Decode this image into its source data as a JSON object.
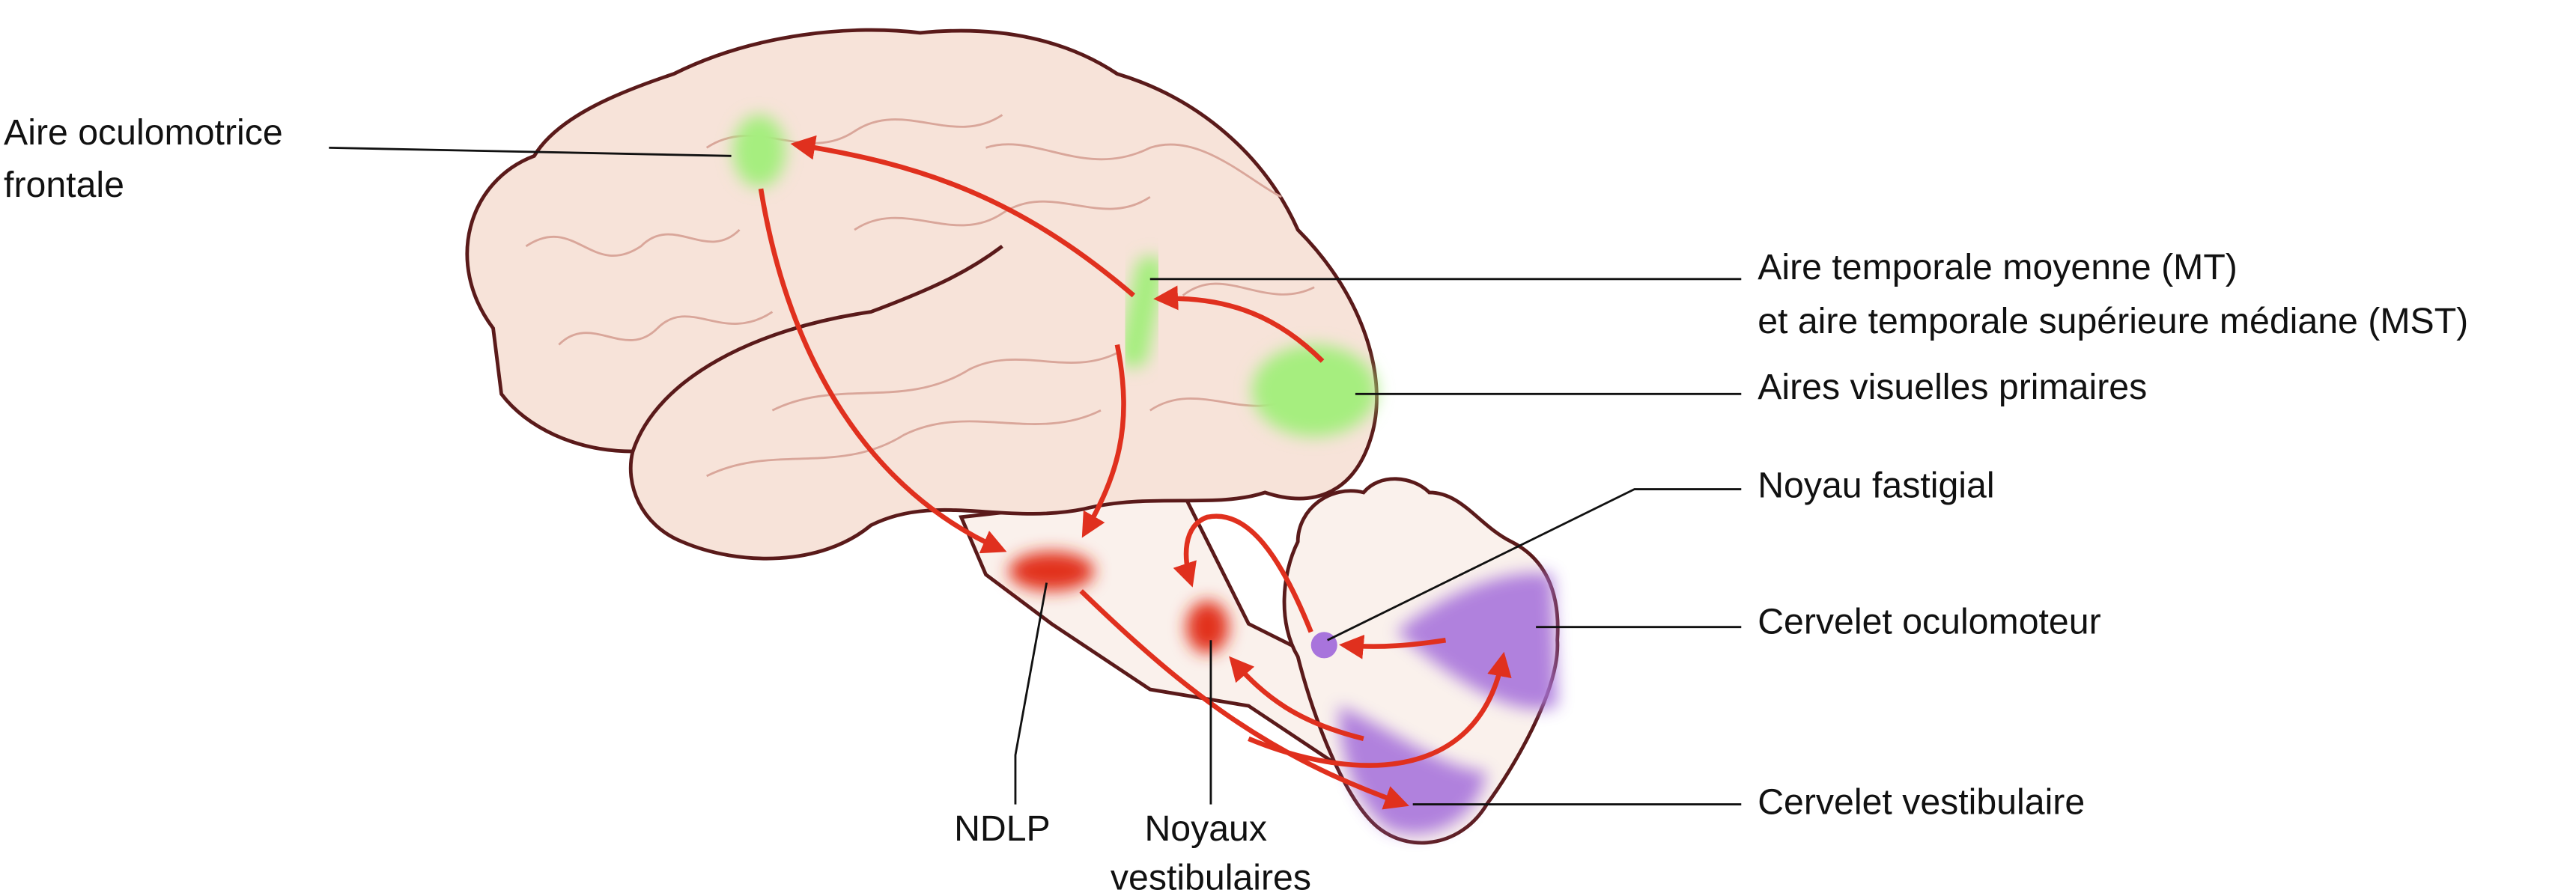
{
  "labels": {
    "frontal_eye_field": [
      "Aire oculomotrice",
      "frontale"
    ],
    "mt_mst": [
      "Aire temporale moyenne (MT)",
      "et aire temporale supérieure médiane (MST)"
    ],
    "primary_visual": "Aires visuelles primaires",
    "fastigial": "Noyau fastigial",
    "oculomotor_cerebellum": "Cervelet oculomoteur",
    "vestibular_cerebellum": "Cervelet vestibulaire",
    "ndlp": "NDLP",
    "vestibular_nuclei": [
      "Noyaux",
      "vestibulaires"
    ]
  },
  "colors": {
    "brain": "#f7e3d9",
    "outline": "#5a1a1a",
    "cortical_area": "#a6ee7f",
    "nucleus": "#e2321f",
    "cerebellum_area": "#a874dc",
    "arrow": "#e0301e"
  }
}
